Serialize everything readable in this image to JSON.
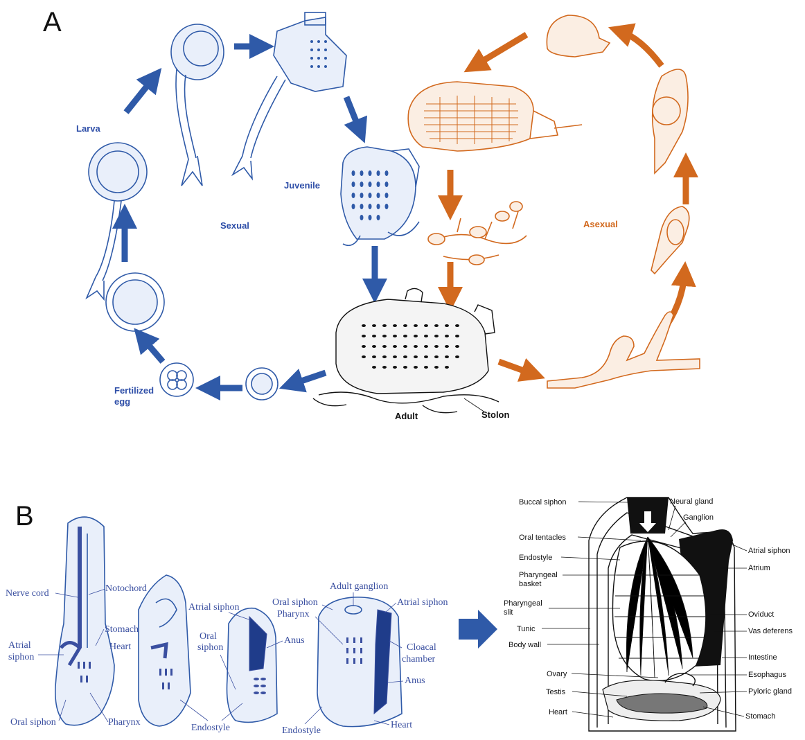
{
  "colors": {
    "sexual": "#2f5aa8",
    "asexual": "#d2691e",
    "anatomy": "#111111",
    "panel_b_blue": "#3a4fa0"
  },
  "panel_a": {
    "letter": "A",
    "labels": {
      "larva": "Larva",
      "juvenile": "Juvenile",
      "sexual": "Sexual",
      "asexual": "Asexual",
      "fertilized": "Fertilized",
      "egg": "egg",
      "adult": "Adult",
      "stolon": "Stolon"
    }
  },
  "panel_b": {
    "letter": "B",
    "stages": {
      "nerve_cord": "Nerve cord",
      "notochord": "Notochord",
      "atrial": "Atrial",
      "siphon": "siphon",
      "stomach": "Stomach",
      "heart": "Heart",
      "oral_siphon": "Oral siphon",
      "pharynx": "Pharynx",
      "atrial_siphon": "Atrial siphon",
      "oral": "Oral",
      "anus": "Anus",
      "endostyle": "Endostyle",
      "adult_ganglion": "Adult ganglion",
      "cloacal": "Cloacal",
      "chamber": "chamber"
    },
    "anatomy_left": {
      "buccal_siphon": "Buccal siphon",
      "oral_tentacles": "Oral tentacles",
      "endostyle": "Endostyle",
      "pharyngeal_1": "Pharyngeal",
      "basket": "basket",
      "pharyngeal_2": "Pharyngeal",
      "slit": "slit",
      "tunic": "Tunic",
      "body_wall": "Body wall",
      "ovary": "Ovary",
      "testis": "Testis",
      "heart": "Heart"
    },
    "anatomy_right": {
      "neural_gland": "Neural gland",
      "ganglion": "Ganglion",
      "atrial_siphon": "Atrial siphon",
      "atrium": "Atrium",
      "oviduct": "Oviduct",
      "vas_deferens": "Vas deferens",
      "intestine": "Intestine",
      "esophagus": "Esophagus",
      "pyloric_gland": "Pyloric gland",
      "stomach": "Stomach"
    }
  }
}
